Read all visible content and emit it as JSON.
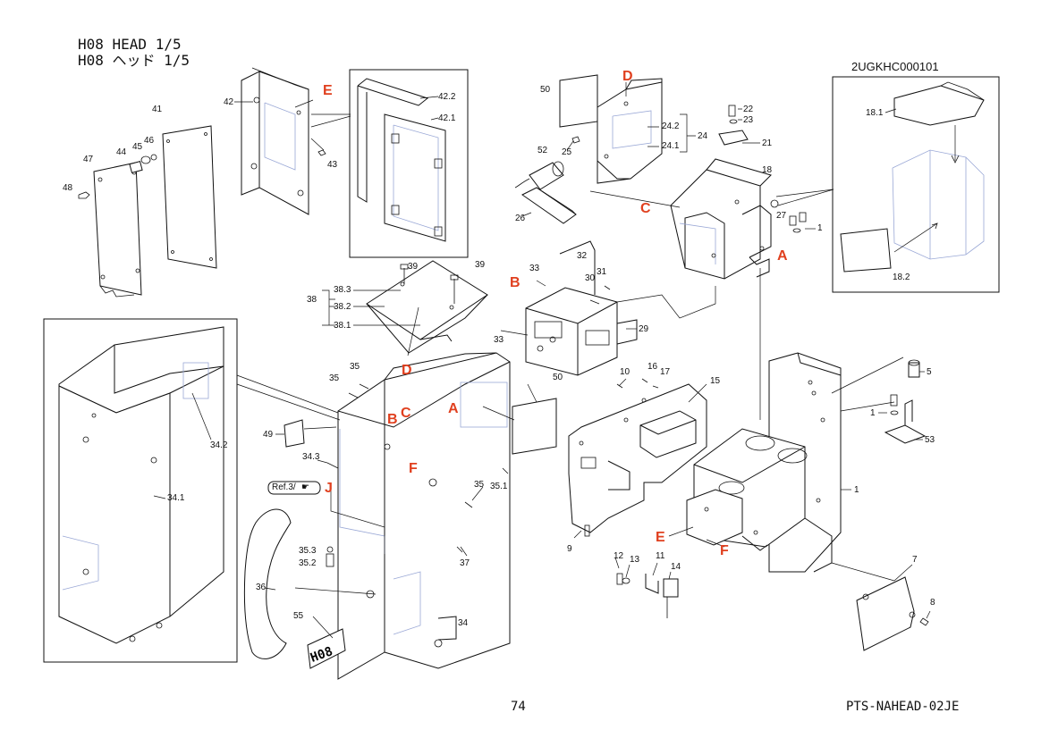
{
  "header": {
    "title_line1": "H08 HEAD  1/5",
    "title_line2": "H08 ヘッド  1/5"
  },
  "inset_id": "2UGKHC000101",
  "footer": {
    "page_number": "74",
    "code": "PTS-NAHEAD-02JE"
  },
  "ref_note": "Ref.3/",
  "plate_text": "H08",
  "part_labels": {
    "p1": "1",
    "p1b": "1",
    "p1c": "1",
    "p5": "5",
    "p7": "7",
    "p8": "8",
    "p9": "9",
    "p10": "10",
    "p11": "11",
    "p12": "12",
    "p13": "13",
    "p14": "14",
    "p15": "15",
    "p16": "16",
    "p17": "17",
    "p18": "18",
    "p18_1": "18.1",
    "p18_2": "18.2",
    "p21": "21",
    "p22": "22",
    "p23": "23",
    "p24": "24",
    "p24_1": "24.1",
    "p24_2": "24.2",
    "p25": "25",
    "p26": "26",
    "p27": "27",
    "p29": "29",
    "p30": "30",
    "p31": "31",
    "p32": "32",
    "p33a": "33",
    "p33b": "33",
    "p34": "34",
    "p34_1": "34.1",
    "p34_2": "34.2",
    "p34_3": "34.3",
    "p35a": "35",
    "p35b": "35",
    "p35c": "35",
    "p35_1": "35.1",
    "p35_2": "35.2",
    "p35_3": "35.3",
    "p36": "36",
    "p37": "37",
    "p38": "38",
    "p38_1": "38.1",
    "p38_2": "38.2",
    "p38_3": "38.3",
    "p39a": "39",
    "p39b": "39",
    "p41": "41",
    "p42": "42",
    "p42_1": "42.1",
    "p42_2": "42.2",
    "p43": "43",
    "p44": "44",
    "p45": "45",
    "p46": "46",
    "p47": "47",
    "p48": "48",
    "p49": "49",
    "p50a": "50",
    "p50b": "50",
    "p52": "52",
    "p53": "53",
    "p55": "55"
  },
  "ref_letters": {
    "A1": "A",
    "A2": "A",
    "B1": "B",
    "B2": "B",
    "C1": "C",
    "C2": "C",
    "D1": "D",
    "D2": "D",
    "E1": "E",
    "E2": "E",
    "F1": "F",
    "F2": "F",
    "J": "J"
  },
  "colors": {
    "ref_letter": "#e0401f",
    "hidden_line": "#9aa8d6",
    "line": "#111111"
  }
}
